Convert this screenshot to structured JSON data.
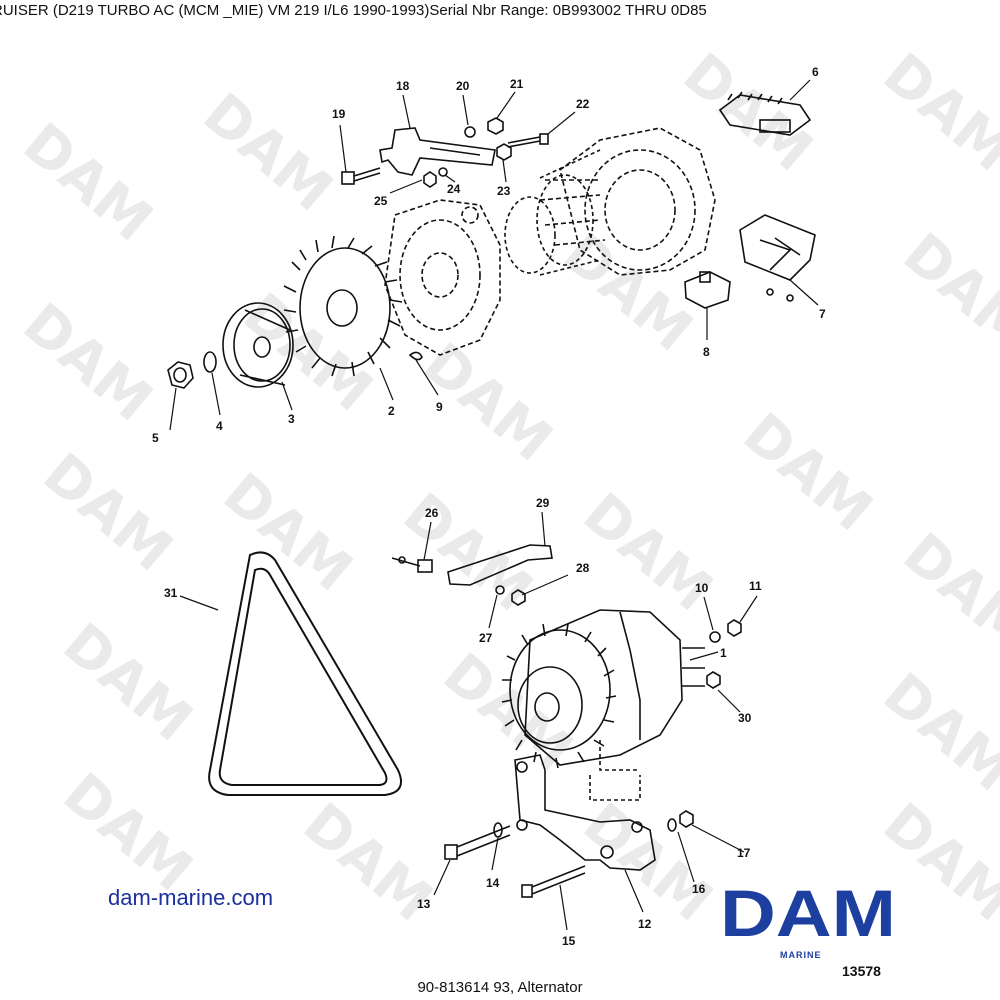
{
  "header": {
    "title": "RUISER (D219 TURBO AC (MCM _MIE) VM 219 I/L6    1990-1993)Serial Nbr Range: 0B993002 THRU 0D85"
  },
  "watermark": {
    "text": "DAM"
  },
  "callouts": [
    "1",
    "2",
    "3",
    "4",
    "5",
    "6",
    "7",
    "8",
    "9",
    "10",
    "11",
    "12",
    "13",
    "14",
    "15",
    "16",
    "17",
    "18",
    "19",
    "20",
    "21",
    "22",
    "23",
    "24",
    "25",
    "26",
    "27",
    "28",
    "29",
    "30",
    "31"
  ],
  "footer": {
    "website": "dam-marine.com",
    "logo_text": "DAM",
    "logo_subtext": "MARINE",
    "diagram_number": "13578",
    "caption": "90-813614 93, Alternator"
  },
  "colors": {
    "brand_blue": "#1c3fa0",
    "link_blue": "#1c2f9e",
    "watermark": "#d9d9d9"
  }
}
